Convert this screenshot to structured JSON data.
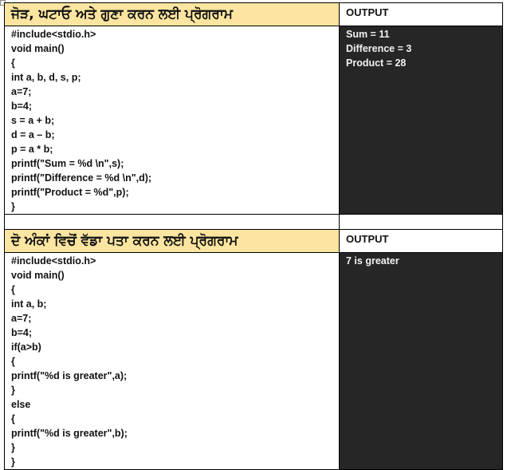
{
  "programs": [
    {
      "title": "ਜੋੜ, ਘਟਾਓ ਅਤੇ ਗੁਣਾ ਕਰਨ ਲਈ ਪ੍ਰੋਗਰਾਮ",
      "output_header": "OUTPUT",
      "code": [
        "#include<stdio.h>",
        "void main()",
        "{",
        "int a, b, d, s, p;",
        "a=7;",
        "b=4;",
        "s = a + b;",
        "d = a – b;",
        "p = a * b;",
        "printf(\"Sum = %d \\n\",s);",
        "printf(\"Difference = %d \\n\",d);",
        "printf(\"Product = %d\",p);",
        "}"
      ],
      "output": [
        "Sum = 11",
        "Difference = 3",
        "Product = 28"
      ]
    },
    {
      "title": "ਦੋ ਅੰਕਾਂ ਵਿਚੋਂ ਵੱਡਾ ਪਤਾ ਕਰਨ ਲਈ ਪ੍ਰੋਗਰਾਮ",
      "output_header": "OUTPUT",
      "code": [
        "#include<stdio.h>",
        "void main()",
        "{",
        "int a, b;",
        "a=7;",
        "b=4;",
        "if(a>b)",
        "{",
        "printf(\"%d is greater\",a);",
        "}",
        "else",
        "{",
        "printf(\"%d is greater\",b);",
        "}",
        "}"
      ],
      "output": [
        "7 is greater"
      ]
    }
  ],
  "colors": {
    "header_bg": "#FCE5A0",
    "output_bg": "#262626",
    "output_text": "#F2F2F2",
    "border": "#000000"
  }
}
